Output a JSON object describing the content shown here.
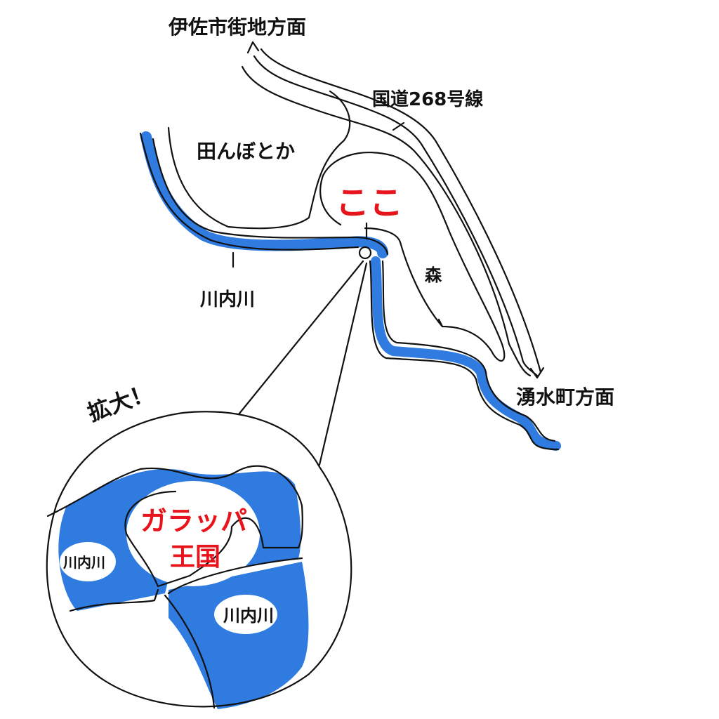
{
  "labels": {
    "isa_direction": "伊佐市街地方面",
    "route": "国道268号線",
    "rice_fields": "田んぼとか",
    "here": "ここ",
    "river": "川内川",
    "forest": "森",
    "yusui_direction": "湧水町方面",
    "zoom": "拡大！"
  },
  "inset": {
    "kingdom_line1": "ガラッパ",
    "kingdom_line2": "王国",
    "river_left": "川内川",
    "river_right": "川内川"
  },
  "colors": {
    "river": "#2f7be0",
    "highlight": "#e8141b",
    "ink": "#111111"
  }
}
